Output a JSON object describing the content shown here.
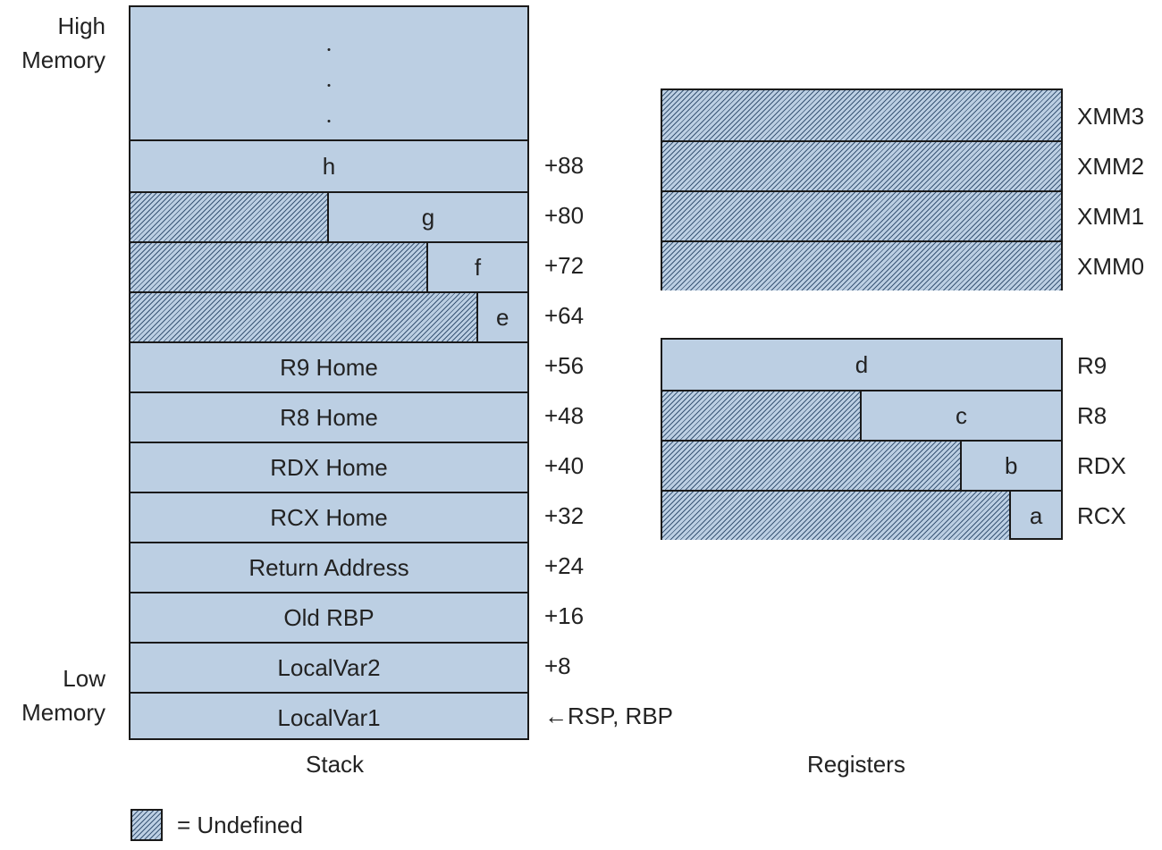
{
  "memory": {
    "high": [
      "High",
      "Memory"
    ],
    "low": [
      "Low",
      "Memory"
    ]
  },
  "stack": {
    "caption": "Stack",
    "rows": [
      {
        "label": "h",
        "offset": "+88",
        "undefined_fraction": 0
      },
      {
        "label": "g",
        "offset": "+80",
        "undefined_fraction": 0.5
      },
      {
        "label": "f",
        "offset": "+72",
        "undefined_fraction": 0.75
      },
      {
        "label": "e",
        "offset": "+64",
        "undefined_fraction": 0.875
      },
      {
        "label": "R9 Home",
        "offset": "+56",
        "undefined_fraction": 0
      },
      {
        "label": "R8 Home",
        "offset": "+48",
        "undefined_fraction": 0
      },
      {
        "label": "RDX Home",
        "offset": "+40",
        "undefined_fraction": 0
      },
      {
        "label": "RCX Home",
        "offset": "+32",
        "undefined_fraction": 0
      },
      {
        "label": "Return Address",
        "offset": "+24",
        "undefined_fraction": 0
      },
      {
        "label": "Old RBP",
        "offset": "+16",
        "undefined_fraction": 0
      },
      {
        "label": "LocalVar2",
        "offset": "+8",
        "undefined_fraction": 0
      },
      {
        "label": "LocalVar1",
        "offset": "←RSP, RBP",
        "undefined_fraction": 0
      }
    ]
  },
  "registers": {
    "caption": "Registers",
    "xmm": [
      {
        "name": "XMM3"
      },
      {
        "name": "XMM2"
      },
      {
        "name": "XMM1"
      },
      {
        "name": "XMM0"
      }
    ],
    "gpr": [
      {
        "name": "R9",
        "label": "d",
        "undefined_fraction": 0
      },
      {
        "name": "R8",
        "label": "c",
        "undefined_fraction": 0.5
      },
      {
        "name": "RDX",
        "label": "b",
        "undefined_fraction": 0.75
      },
      {
        "name": "RCX",
        "label": "a",
        "undefined_fraction": 0.875
      }
    ]
  },
  "legend": {
    "label": "= Undefined"
  },
  "colors": {
    "fill": "#bccfe3",
    "hatch": "#3b5777",
    "border": "#1a1a1a"
  }
}
